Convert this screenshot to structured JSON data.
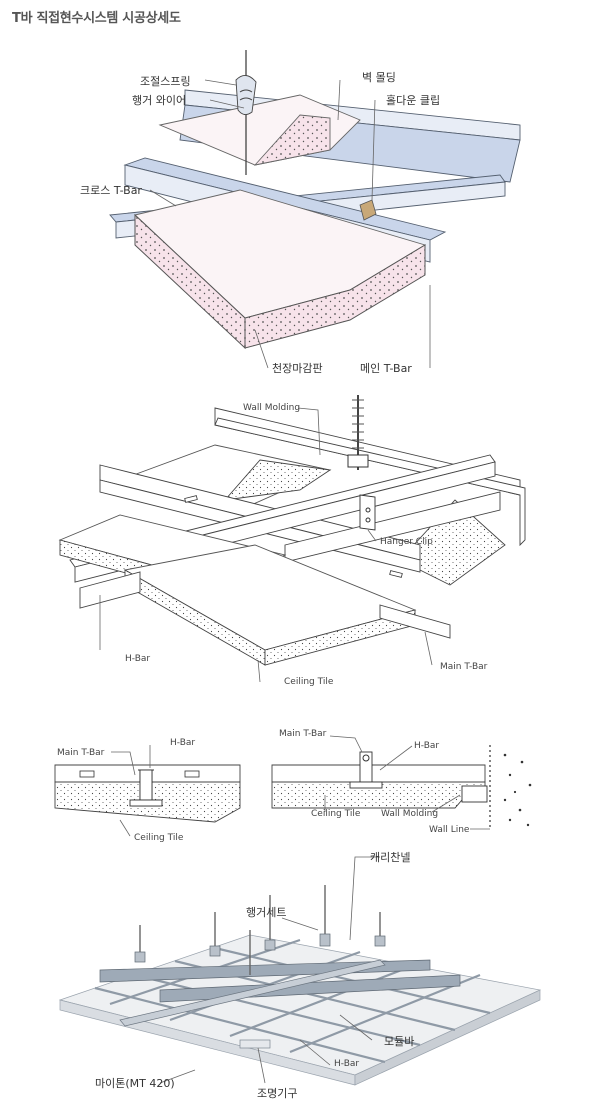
{
  "title": "T바 직접현수시스템 시공상세도",
  "fig1": {
    "labels": {
      "spring": "조절스프링",
      "hanger_wire": "행거 와이어",
      "wall_molding": "벽 몰딩",
      "hold_down_clip": "홀다운 클립",
      "cross_tbar": "크로스 T-Bar",
      "ceiling_panel": "천장마감판",
      "main_tbar": "메인 T-Bar"
    }
  },
  "fig2": {
    "labels": {
      "wall_molding": "Wall Molding",
      "hanger_clip": "Hanger Clip",
      "h_bar": "H-Bar",
      "ceiling_tile": "Ceiling Tile",
      "main_tbar": "Main T-Bar"
    }
  },
  "fig3": {
    "labels": {
      "main_tbar": "Main T-Bar",
      "h_bar": "H-Bar",
      "ceiling_tile": "Ceiling Tile"
    }
  },
  "fig4": {
    "labels": {
      "main_tbar": "Main T-Bar",
      "h_bar": "H-Bar",
      "ceiling_tile": "Ceiling Tile",
      "wall_molding": "Wall Molding",
      "wall_line": "Wall Line"
    }
  },
  "fig5": {
    "labels": {
      "carrier_channel": "캐리찬넬",
      "hanger_set": "행거세트",
      "module_bar": "모듈바",
      "h_bar": "H-Bar",
      "mitone": "마이톤(MT 420)",
      "lighting": "조명기구"
    }
  }
}
